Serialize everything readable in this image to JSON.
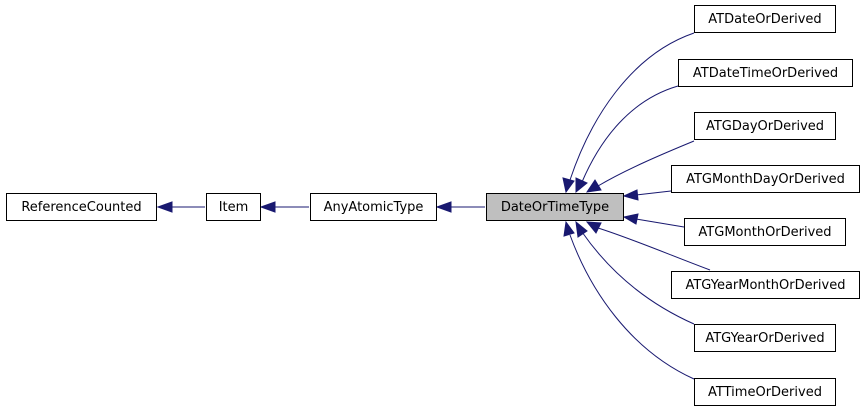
{
  "nodes": {
    "reference_counted": "ReferenceCounted",
    "item": "Item",
    "any_atomic_type": "AnyAtomicType",
    "date_or_time_type": "DateOrTimeType",
    "at_date_or_derived": "ATDateOrDerived",
    "at_date_time_or_derived": "ATDateTimeOrDerived",
    "atg_day_or_derived": "ATGDayOrDerived",
    "atg_month_day_or_derived": "ATGMonthDayOrDerived",
    "atg_month_or_derived": "ATGMonthOrDerived",
    "atg_year_month_or_derived": "ATGYearMonthOrDerived",
    "atg_year_or_derived": "ATGYearOrDerived",
    "at_time_or_derived": "ATTimeOrDerived"
  },
  "colors": {
    "edge": "#191970",
    "focus_fill": "#bfbfbf",
    "node_border": "#000000"
  }
}
